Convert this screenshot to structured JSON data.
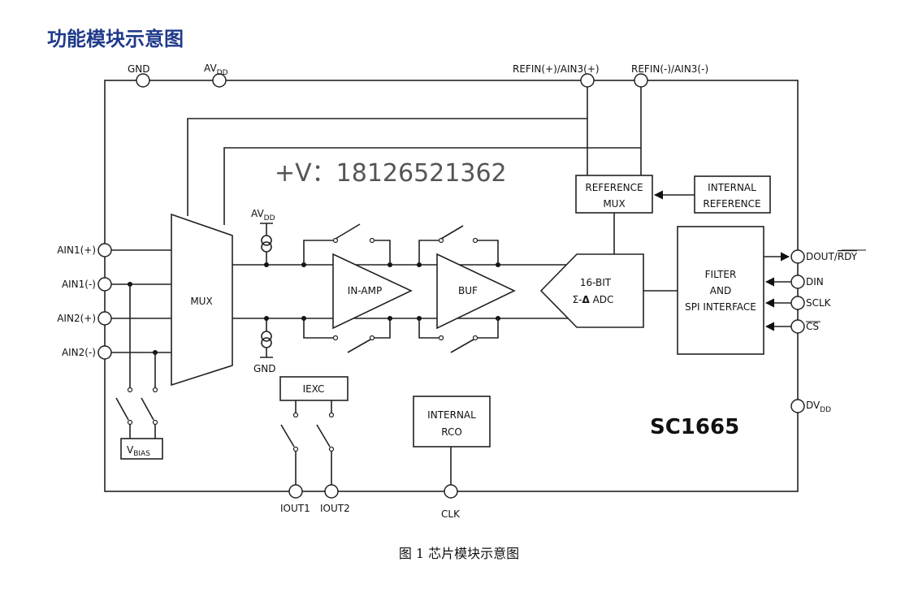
{
  "page": {
    "heading": "功能模块示意图",
    "caption": "图 1 芯片模块示意图"
  },
  "diagram": {
    "part_number": "SC1665",
    "watermark": "+V：18126521362",
    "top_pins": {
      "gnd": "GND",
      "avdd_main": "AV",
      "avdd_sub": "DD",
      "refin_pos": "REFIN(+)/AIN3(+)",
      "refin_neg": "REFIN(-)/AIN3(-)"
    },
    "left_pins": [
      "AIN1(+)",
      "AIN1(-)",
      "AIN2(+)",
      "AIN2(-)"
    ],
    "right_pins": {
      "dout": "DOUT/",
      "rdy": "RDY",
      "din": "DIN",
      "sclk": "SCLK",
      "cs": "CS",
      "dvdd_main": "DV",
      "dvdd_sub": "DD"
    },
    "bottom_pins": {
      "iout1": "IOUT1",
      "iout2": "IOUT2",
      "clk": "CLK"
    },
    "blocks": {
      "mux": "MUX",
      "in_amp": "IN-AMP",
      "buf": "BUF",
      "adc_line1": "16-BIT",
      "adc_line2_prefix": "Σ-",
      "adc_line2_delta": "Δ",
      "adc_line2_suffix": " ADC",
      "ref_mux_line1": "REFERENCE",
      "ref_mux_line2": "MUX",
      "int_ref_line1": "INTERNAL",
      "int_ref_line2": "REFERENCE",
      "filter_line1": "FILTER",
      "filter_line2": "AND",
      "filter_line3": "SPI INTERFACE",
      "iexc": "IEXC",
      "rco_line1": "INTERNAL",
      "rco_line2": "RCO",
      "vbias_main": "V",
      "vbias_sub": "BIAS"
    },
    "internal_labels": {
      "avdd_main": "AV",
      "avdd_sub": "DD",
      "gnd": "GND"
    }
  }
}
